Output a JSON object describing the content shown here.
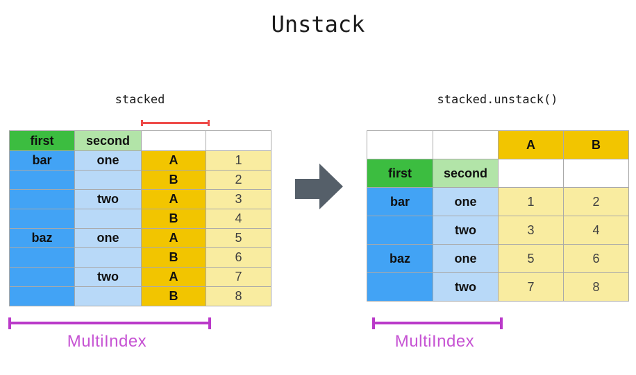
{
  "title": "Unstack",
  "left": {
    "label": "stacked",
    "multiindex_label": "MultiIndex",
    "table": {
      "header": [
        "first",
        "second",
        "",
        ""
      ],
      "rows": [
        [
          "bar",
          "one",
          "A",
          "1"
        ],
        [
          "",
          "",
          "B",
          "2"
        ],
        [
          "",
          "two",
          "A",
          "3"
        ],
        [
          "",
          "",
          "B",
          "4"
        ],
        [
          "baz",
          "one",
          "A",
          "5"
        ],
        [
          "",
          "",
          "B",
          "6"
        ],
        [
          "",
          "two",
          "A",
          "7"
        ],
        [
          "",
          "",
          "B",
          "8"
        ]
      ]
    }
  },
  "right": {
    "label": "stacked.unstack()",
    "multiindex_label": "MultiIndex",
    "table": {
      "col_header": [
        "",
        "",
        "A",
        "B"
      ],
      "index_header": [
        "first",
        "second",
        "",
        ""
      ],
      "rows": [
        [
          "bar",
          "one",
          "1",
          "2"
        ],
        [
          "",
          "two",
          "3",
          "4"
        ],
        [
          "baz",
          "one",
          "5",
          "6"
        ],
        [
          "",
          "two",
          "7",
          "8"
        ]
      ]
    }
  },
  "icons": {
    "arrow": "right-arrow-icon"
  },
  "colors": {
    "index_level1": "#3cbd40",
    "index_level2": "#b2e4a8",
    "row_level1": "#42a3f5",
    "row_level2": "#b8d9f8",
    "column_header": "#f2c500",
    "values": "#f9eca0",
    "grid_border": "#a9a9a9",
    "red_bracket": "#ee4c4a",
    "multiindex_bracket": "#ba39c9",
    "multiindex_text": "#c653d3",
    "arrow": "#555f69"
  }
}
